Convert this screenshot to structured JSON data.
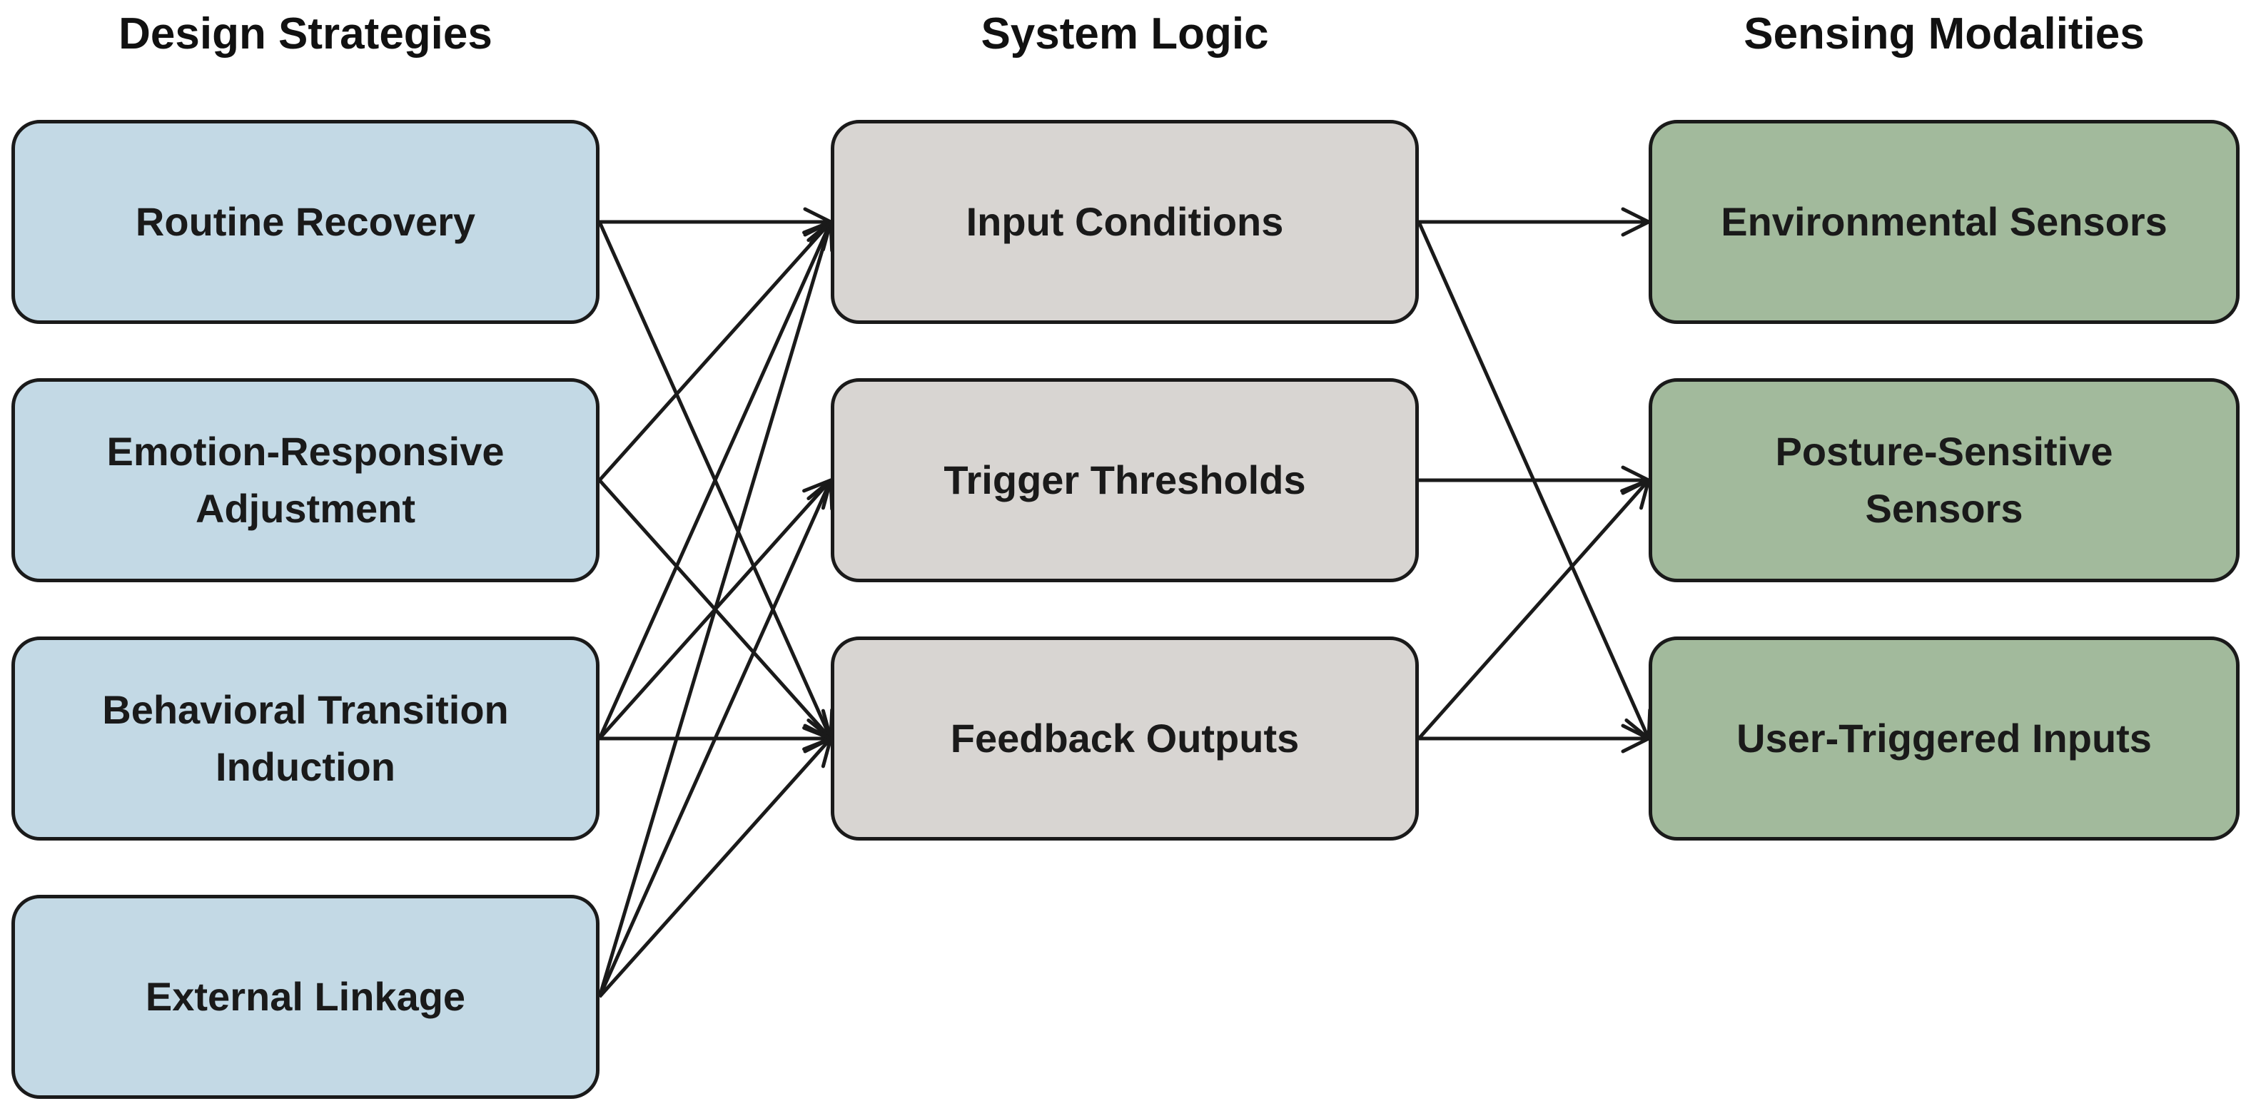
{
  "columns": {
    "strategies": {
      "title": "Design Strategies",
      "items": [
        {
          "id": "routine",
          "label": "Routine Recovery"
        },
        {
          "id": "emotion",
          "label": "Emotion-Responsive\nAdjustment"
        },
        {
          "id": "behavioral",
          "label": "Behavioral Transition\nInduction"
        },
        {
          "id": "external",
          "label": "External Linkage"
        }
      ]
    },
    "logic": {
      "title": "System Logic",
      "items": [
        {
          "id": "input",
          "label": "Input Conditions"
        },
        {
          "id": "trigger",
          "label": "Trigger Thresholds"
        },
        {
          "id": "feedback",
          "label": "Feedback Outputs"
        }
      ]
    },
    "sensing": {
      "title": "Sensing Modalities",
      "items": [
        {
          "id": "environmental",
          "label": "Environmental Sensors"
        },
        {
          "id": "posture",
          "label": "Posture-Sensitive\nSensors"
        },
        {
          "id": "user",
          "label": "User-Triggered Inputs"
        }
      ]
    }
  },
  "edges": [
    {
      "from": "routine",
      "to": "input"
    },
    {
      "from": "routine",
      "to": "feedback"
    },
    {
      "from": "emotion",
      "to": "input"
    },
    {
      "from": "emotion",
      "to": "feedback"
    },
    {
      "from": "behavioral",
      "to": "input"
    },
    {
      "from": "behavioral",
      "to": "trigger"
    },
    {
      "from": "behavioral",
      "to": "feedback"
    },
    {
      "from": "external",
      "to": "input"
    },
    {
      "from": "external",
      "to": "trigger"
    },
    {
      "from": "external",
      "to": "feedback"
    },
    {
      "from": "input",
      "to": "environmental"
    },
    {
      "from": "input",
      "to": "user"
    },
    {
      "from": "trigger",
      "to": "posture"
    },
    {
      "from": "feedback",
      "to": "posture"
    },
    {
      "from": "feedback",
      "to": "user"
    }
  ],
  "colors": {
    "strategy_fill": "#c3d9e5",
    "logic_fill": "#d8d5d2",
    "sensing_fill": "#a2ba9c",
    "stroke": "#1a1a1a"
  }
}
